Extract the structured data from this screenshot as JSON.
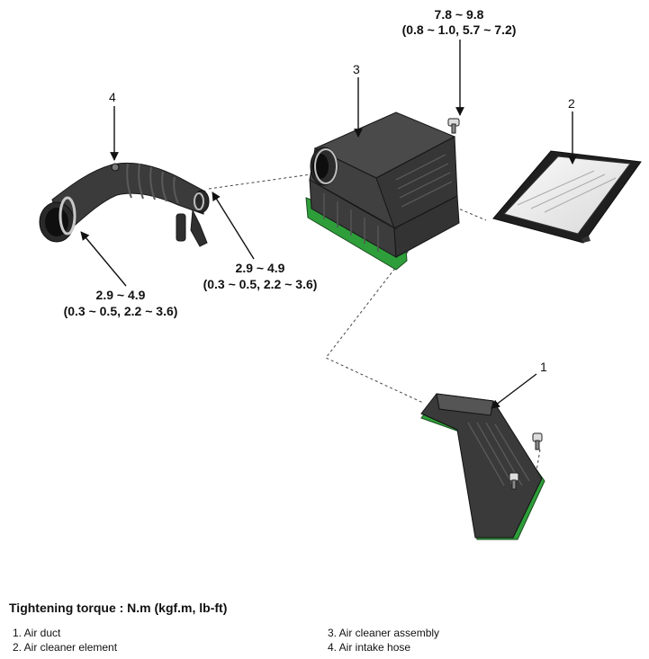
{
  "callouts": {
    "c1": "1",
    "c2": "2",
    "c3": "3",
    "c4": "4"
  },
  "torques": {
    "bolt_top": {
      "line1": "7.8 ~ 9.8",
      "line2": "(0.8 ~ 1.0, 5.7 ~ 7.2)"
    },
    "hose_right": {
      "line1": "2.9 ~ 4.9",
      "line2": "(0.3 ~ 0.5, 2.2 ~ 3.6)"
    },
    "hose_left": {
      "line1": "2.9 ~ 4.9",
      "line2": "(0.3 ~ 0.5, 2.2 ~ 3.6)"
    }
  },
  "legend": {
    "title": "Tightening torque : N.m (kgf.m, lb-ft)",
    "items": [
      "1. Air duct",
      "2. Air cleaner element",
      "3. Air cleaner assembly",
      "4. Air intake hose"
    ]
  },
  "colors": {
    "part_dark": "#3a3a3a",
    "part_mid": "#555555",
    "accent_green": "#2e9e3a"
  }
}
